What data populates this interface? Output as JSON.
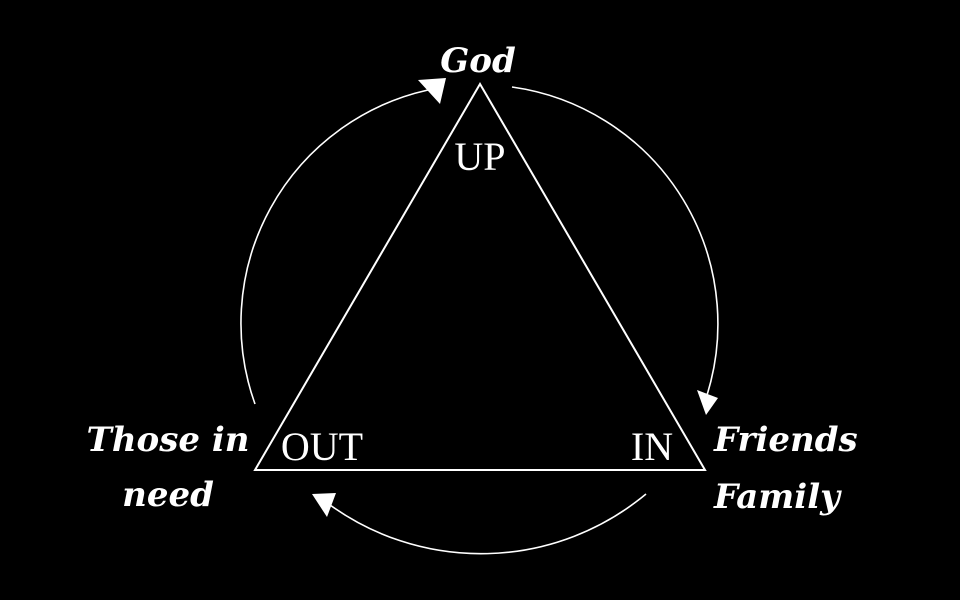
{
  "diagram": {
    "nodes": {
      "god": "God",
      "friends": "Friends",
      "family": "Family",
      "those_in": "Those in",
      "need": "need"
    },
    "corners": {
      "up": "UP",
      "in": "IN",
      "out": "OUT"
    },
    "colors": {
      "background": "#000000",
      "foreground": "#ffffff"
    }
  }
}
